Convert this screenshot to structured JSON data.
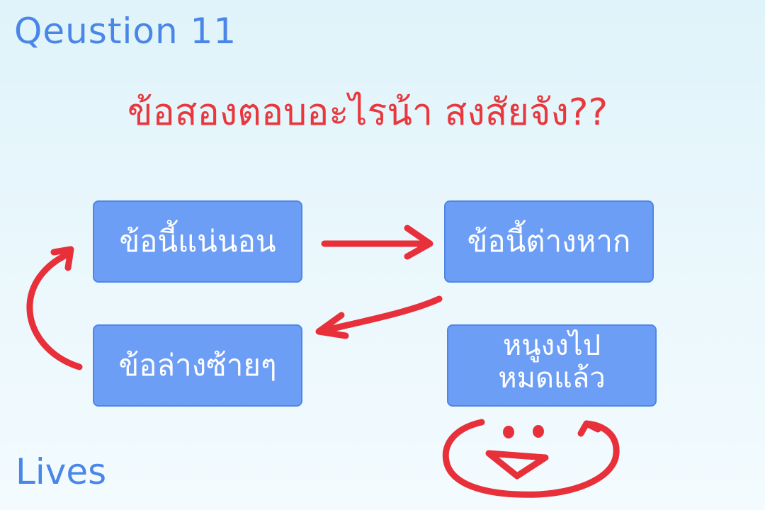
{
  "header": {
    "question_label": "Qeustion 11"
  },
  "question": {
    "prompt": "ข้อสองตอบอะไรน้า สงสัยจัง??"
  },
  "answers": [
    {
      "label": "ข้อนี้แน่นอน"
    },
    {
      "label": "ข้อนี้ต่างหาก"
    },
    {
      "label": "ข้อล่างซ้ายๆ"
    },
    {
      "label": "หนูงงไป\nหมดแล้ว"
    }
  ],
  "footer": {
    "lives_label": "Lives"
  },
  "colors": {
    "accent_blue": "#4a86e8",
    "button_fill": "#6d9ef6",
    "prompt_red": "#e8383d",
    "doodle_red": "#e8303a"
  }
}
